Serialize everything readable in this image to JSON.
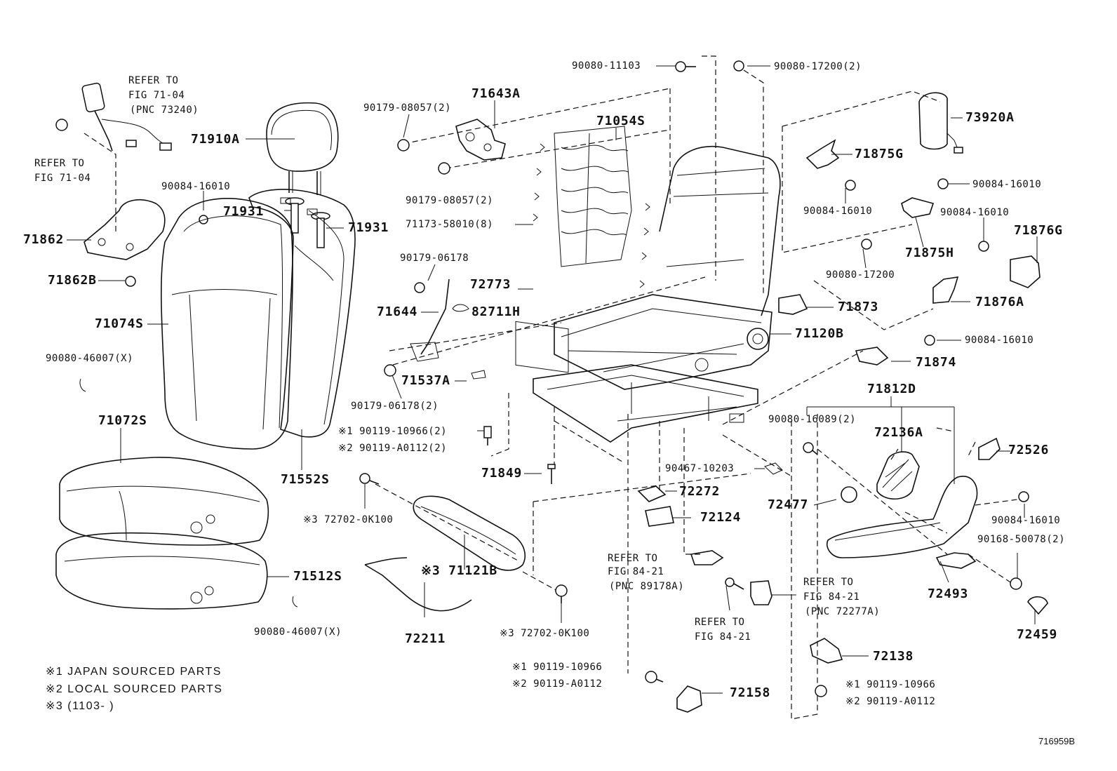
{
  "labels": {
    "l71910a": "71910A",
    "l71931a": "71931",
    "l71931b": "71931",
    "l90084_a": "90084-16010",
    "l71862": "71862",
    "l71862b": "71862B",
    "l71074s": "71074S",
    "l90080_46007_a": "90080-46007(X)",
    "l71072s": "71072S",
    "l71552s": "71552S",
    "l71512s": "71512S",
    "l90080_46007_b": "90080-46007(X)",
    "l90179_08057_a": "90179-08057(2)",
    "l71643a": "71643A",
    "l90179_08057_b": "90179-08057(2)",
    "l71054s": "71054S",
    "l71173": "71173-58010(8)",
    "l90179_06178_a": "90179-06178",
    "l72773": "72773",
    "l71644": "71644",
    "l82711h": "82711H",
    "l71537a": "71537A",
    "l90179_06178_b": "90179-06178(2)",
    "l90119_1_a": "※1 90119-10966(2)",
    "l90119_2_a": "※2 90119-A0112(2)",
    "l71849": "71849",
    "l72702_a": "※3 72702-0K100",
    "l71121b": "※3 71121B",
    "l72211": "72211",
    "l72702_b": "※3 72702-0K100",
    "l90119_1_b": "※1 90119-10966",
    "l90119_2_b": "※2 90119-A0112",
    "l90080_11103": "90080-11103",
    "l90080_17200_2": "90080-17200(2)",
    "l73920a": "73920A",
    "l71875g": "71875G",
    "l90084_b": "90084-16010",
    "l90084_c": "90084-16010",
    "l90084_d": "90084-16010",
    "l71876g": "71876G",
    "l71875h": "71875H",
    "l90080_17200": "90080-17200",
    "l71873": "71873",
    "l71876a": "71876A",
    "l71120b": "71120B",
    "l90084_e": "90084-16010",
    "l71874": "71874",
    "l71812d": "71812D",
    "l90080_16089": "90080-16089(2)",
    "l72136a": "72136A",
    "l72526": "72526",
    "l90467": "90467-10203",
    "l72272": "72272",
    "l72477": "72477",
    "l72124": "72124",
    "l90084_f": "90084-16010",
    "l90168": "90168-50078(2)",
    "l72493": "72493",
    "l72459": "72459",
    "l72138": "72138",
    "l72158": "72158",
    "l90119_1_c": "※1 90119-10966",
    "l90119_2_c": "※2 90119-A0112"
  },
  "refs": {
    "r1_1": "REFER TO",
    "r1_2": "FIG 71-04",
    "r1_3": "(PNC 73240)",
    "r2_1": "REFER TO",
    "r2_2": "FIG 71-04",
    "r3_1": "REFER TO",
    "r3_2": "FIG 84-21",
    "r3_3": "(PNC 89178A)",
    "r4_1": "REFER TO",
    "r4_2": "FIG 84-21",
    "r5_1": "REFER TO",
    "r5_2": "FIG 84-21",
    "r5_3": "(PNC 72277A)"
  },
  "notes": {
    "n1": "※1 JAPAN SOURCED PARTS",
    "n2": "※2 LOCAL SOURCED PARTS",
    "n3": "※3 (1103-      )"
  },
  "diagram_code": "716959B"
}
